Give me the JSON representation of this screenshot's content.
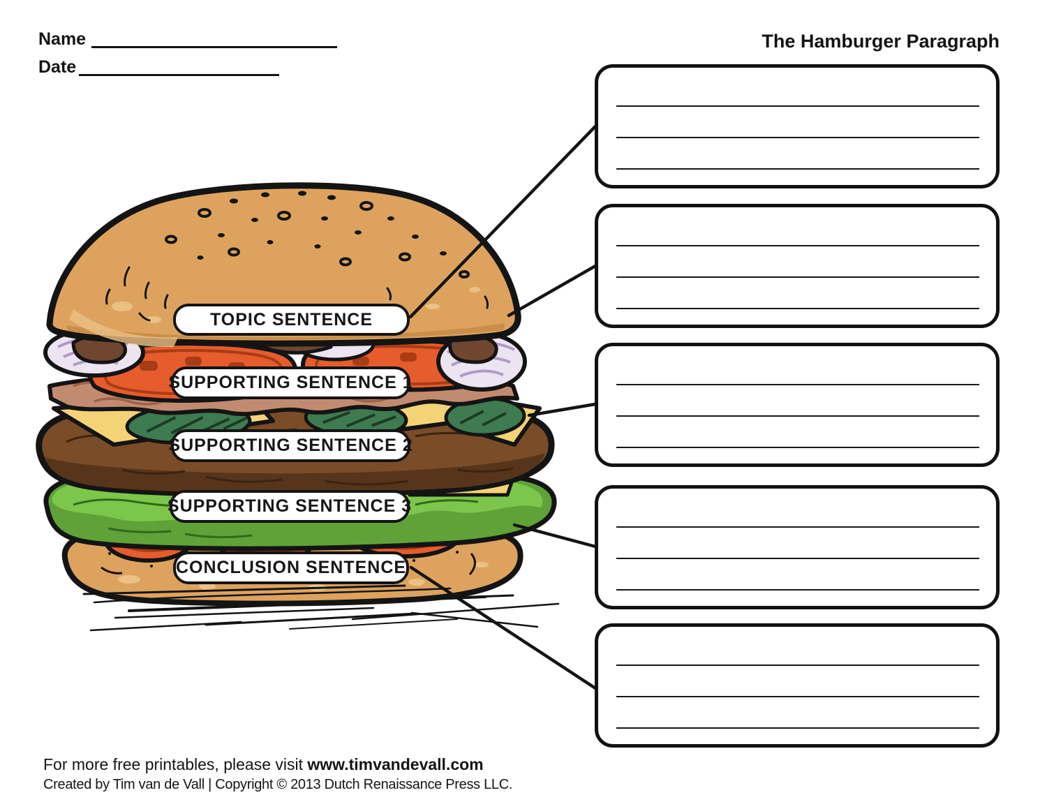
{
  "header": {
    "name_label": "Name",
    "date_label": "Date",
    "title": "The Hamburger Paragraph"
  },
  "burger": {
    "labels": [
      {
        "text": "TOPIC SENTENCE"
      },
      {
        "text": "SUPPORTING SENTENCE 1"
      },
      {
        "text": "SUPPORTING SENTENCE 2"
      },
      {
        "text": "SUPPORTING SENTENCE 3"
      },
      {
        "text": "CONCLUSION SENTENCE"
      }
    ]
  },
  "answer_boxes": [
    {
      "connects_to": "TOPIC SENTENCE",
      "ruled_lines": 3
    },
    {
      "connects_to": "SUPPORTING SENTENCE 1",
      "ruled_lines": 3
    },
    {
      "connects_to": "SUPPORTING SENTENCE 2",
      "ruled_lines": 3
    },
    {
      "connects_to": "SUPPORTING SENTENCE 3",
      "ruled_lines": 3
    },
    {
      "connects_to": "CONCLUSION SENTENCE",
      "ruled_lines": 3
    }
  ],
  "footer": {
    "line1_prefix": "For more free printables, please visit ",
    "line1_site": "www.timvandevall.com",
    "line2": "Created by Tim van de Vall | Copyright © 2013 Dutch Renaissance Press LLC."
  },
  "colors": {
    "ink": "#141414",
    "bun": "#DDA35E",
    "bunLight": "#EBC185",
    "bunDark": "#C98E49",
    "tomato": "#E65C2D",
    "tomatoDark": "#A93C14",
    "bacon": "#C28B70",
    "baconDark": "#9C6248",
    "cheese": "#F4D377",
    "pickle": "#3E7B50",
    "pickleDark": "#1E3B26",
    "patty": "#7A4C28",
    "pattyDark": "#57351A",
    "lettuce": "#7CC74B",
    "lettuceDark": "#5FA238",
    "lettuceLine": "#2F6A1E",
    "onion": "#ECE4F1",
    "onionShade": "#B29BC6",
    "meatBit": "#6F4630"
  }
}
